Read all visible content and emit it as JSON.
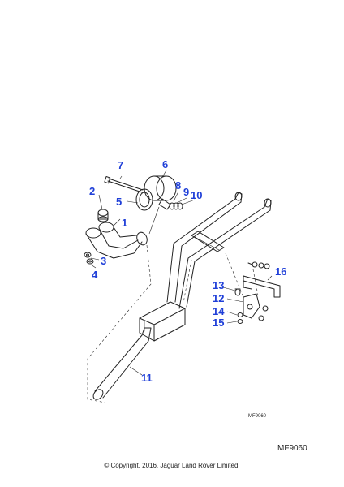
{
  "diagram": {
    "callouts": {
      "c1": "1",
      "c2": "2",
      "c3": "3",
      "c4": "4",
      "c5": "5",
      "c6": "6",
      "c7": "7",
      "c8": "8",
      "c9": "9",
      "c10": "10",
      "c11": "11",
      "c12": "12",
      "c13": "13",
      "c14": "14",
      "c15": "15",
      "c16": "16"
    },
    "ref_small": "MF9060",
    "ref_large": "MF9060",
    "copyright": "© Copyright, 2016. Jaguar Land Rover Limited.",
    "colors": {
      "callout": "#1f3fd8",
      "line": "#222222"
    }
  }
}
